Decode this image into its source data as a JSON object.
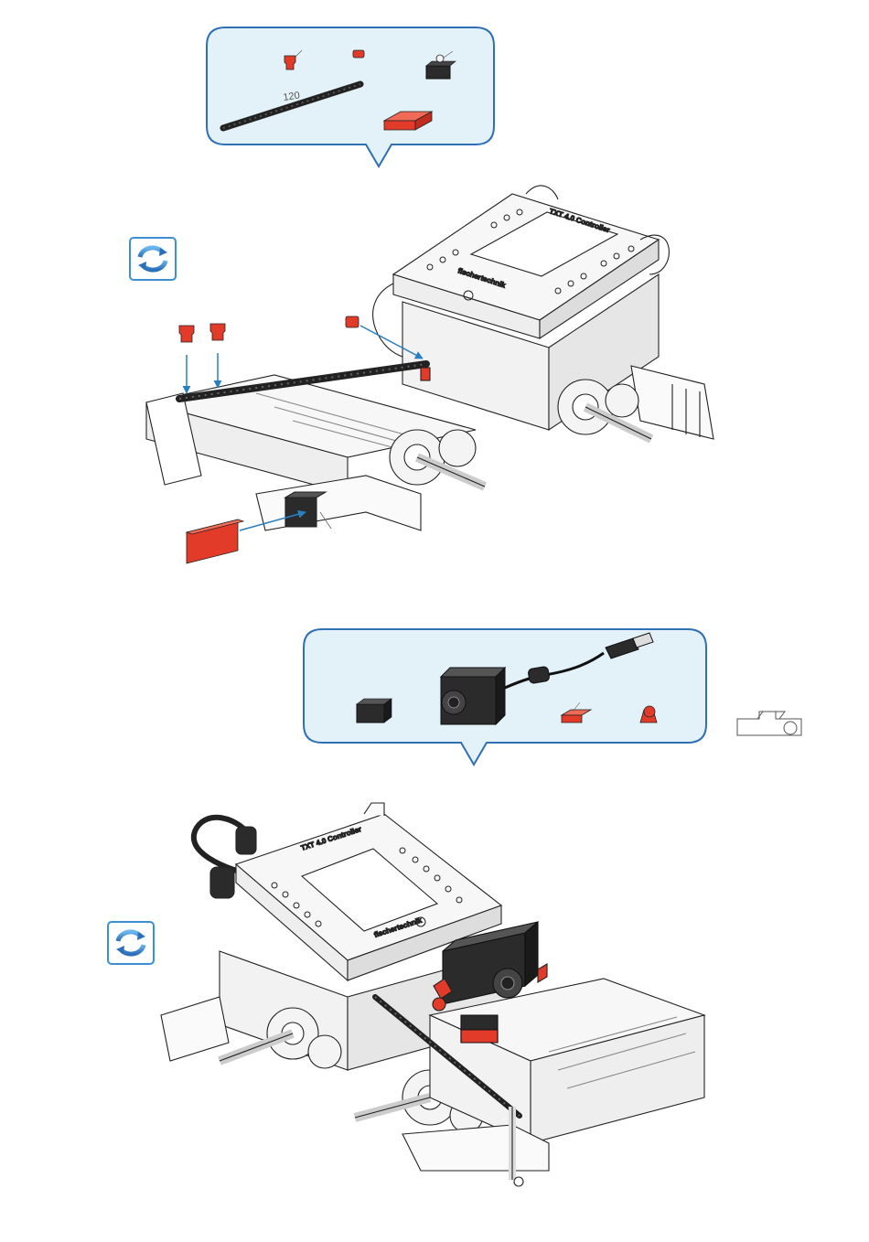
{
  "colors": {
    "callout_bg": "#e3f1f8",
    "callout_border": "#2f6fb6",
    "part_red": "#e23b2a",
    "part_dark": "#2b2b2b",
    "arrow_blue": "#2a7fc1",
    "rotate_icon_blue": "#3a8fd6"
  },
  "icons": [
    "rotate-icon",
    "camera-icon",
    "usb-cable-icon",
    "building-block-icon"
  ],
  "step1": {
    "parts": {
      "strut_length": "120"
    }
  },
  "step2": {
    "controller_title": "TXT 4.0 Controller",
    "controller_brand": "fischertechnik"
  }
}
